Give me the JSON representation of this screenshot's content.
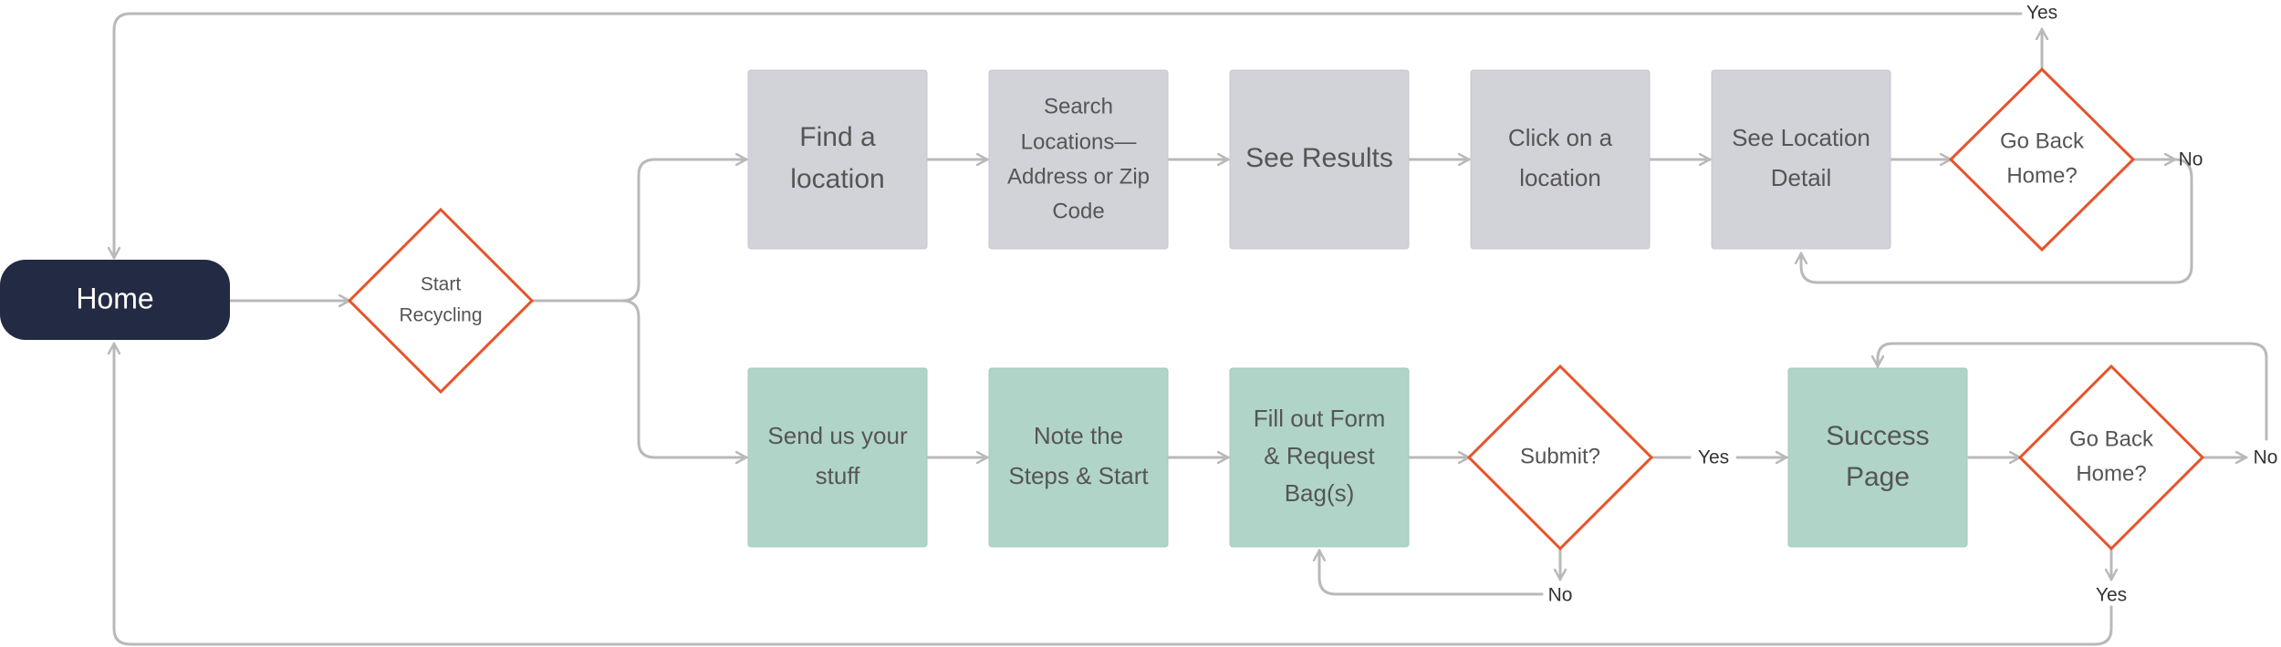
{
  "nodes": {
    "home": "Home",
    "start_recycling": [
      "Start",
      "Recycling"
    ],
    "find_location": [
      "Find a",
      "location"
    ],
    "search_locations": [
      "Search",
      "Locations—",
      "Address or Zip",
      "Code"
    ],
    "see_results": [
      "See Results"
    ],
    "click_location": [
      "Click on a",
      "location"
    ],
    "see_location_detail": [
      "See Location",
      "Detail"
    ],
    "go_back_home_top": [
      "Go Back",
      "Home?"
    ],
    "send_stuff": [
      "Send us your",
      "stuff"
    ],
    "note_steps": [
      "Note the",
      "Steps & Start"
    ],
    "fill_form": [
      "Fill out Form",
      "& Request",
      "Bag(s)"
    ],
    "submit": [
      "Submit?"
    ],
    "success_page": [
      "Success",
      "Page"
    ],
    "go_back_home_bottom": [
      "Go Back",
      "Home?"
    ]
  },
  "labels": {
    "top_yes": "Yes",
    "top_no": "No",
    "submit_yes": "Yes",
    "submit_no": "No",
    "bottom_no": "No",
    "bottom_yes": "Yes"
  },
  "colors": {
    "connector": "#b9b9b9",
    "decision_stroke": "#e8532a",
    "grey_box": "#d2d3d8",
    "green_box": "#b0d4c8",
    "home_box": "#232a44"
  }
}
